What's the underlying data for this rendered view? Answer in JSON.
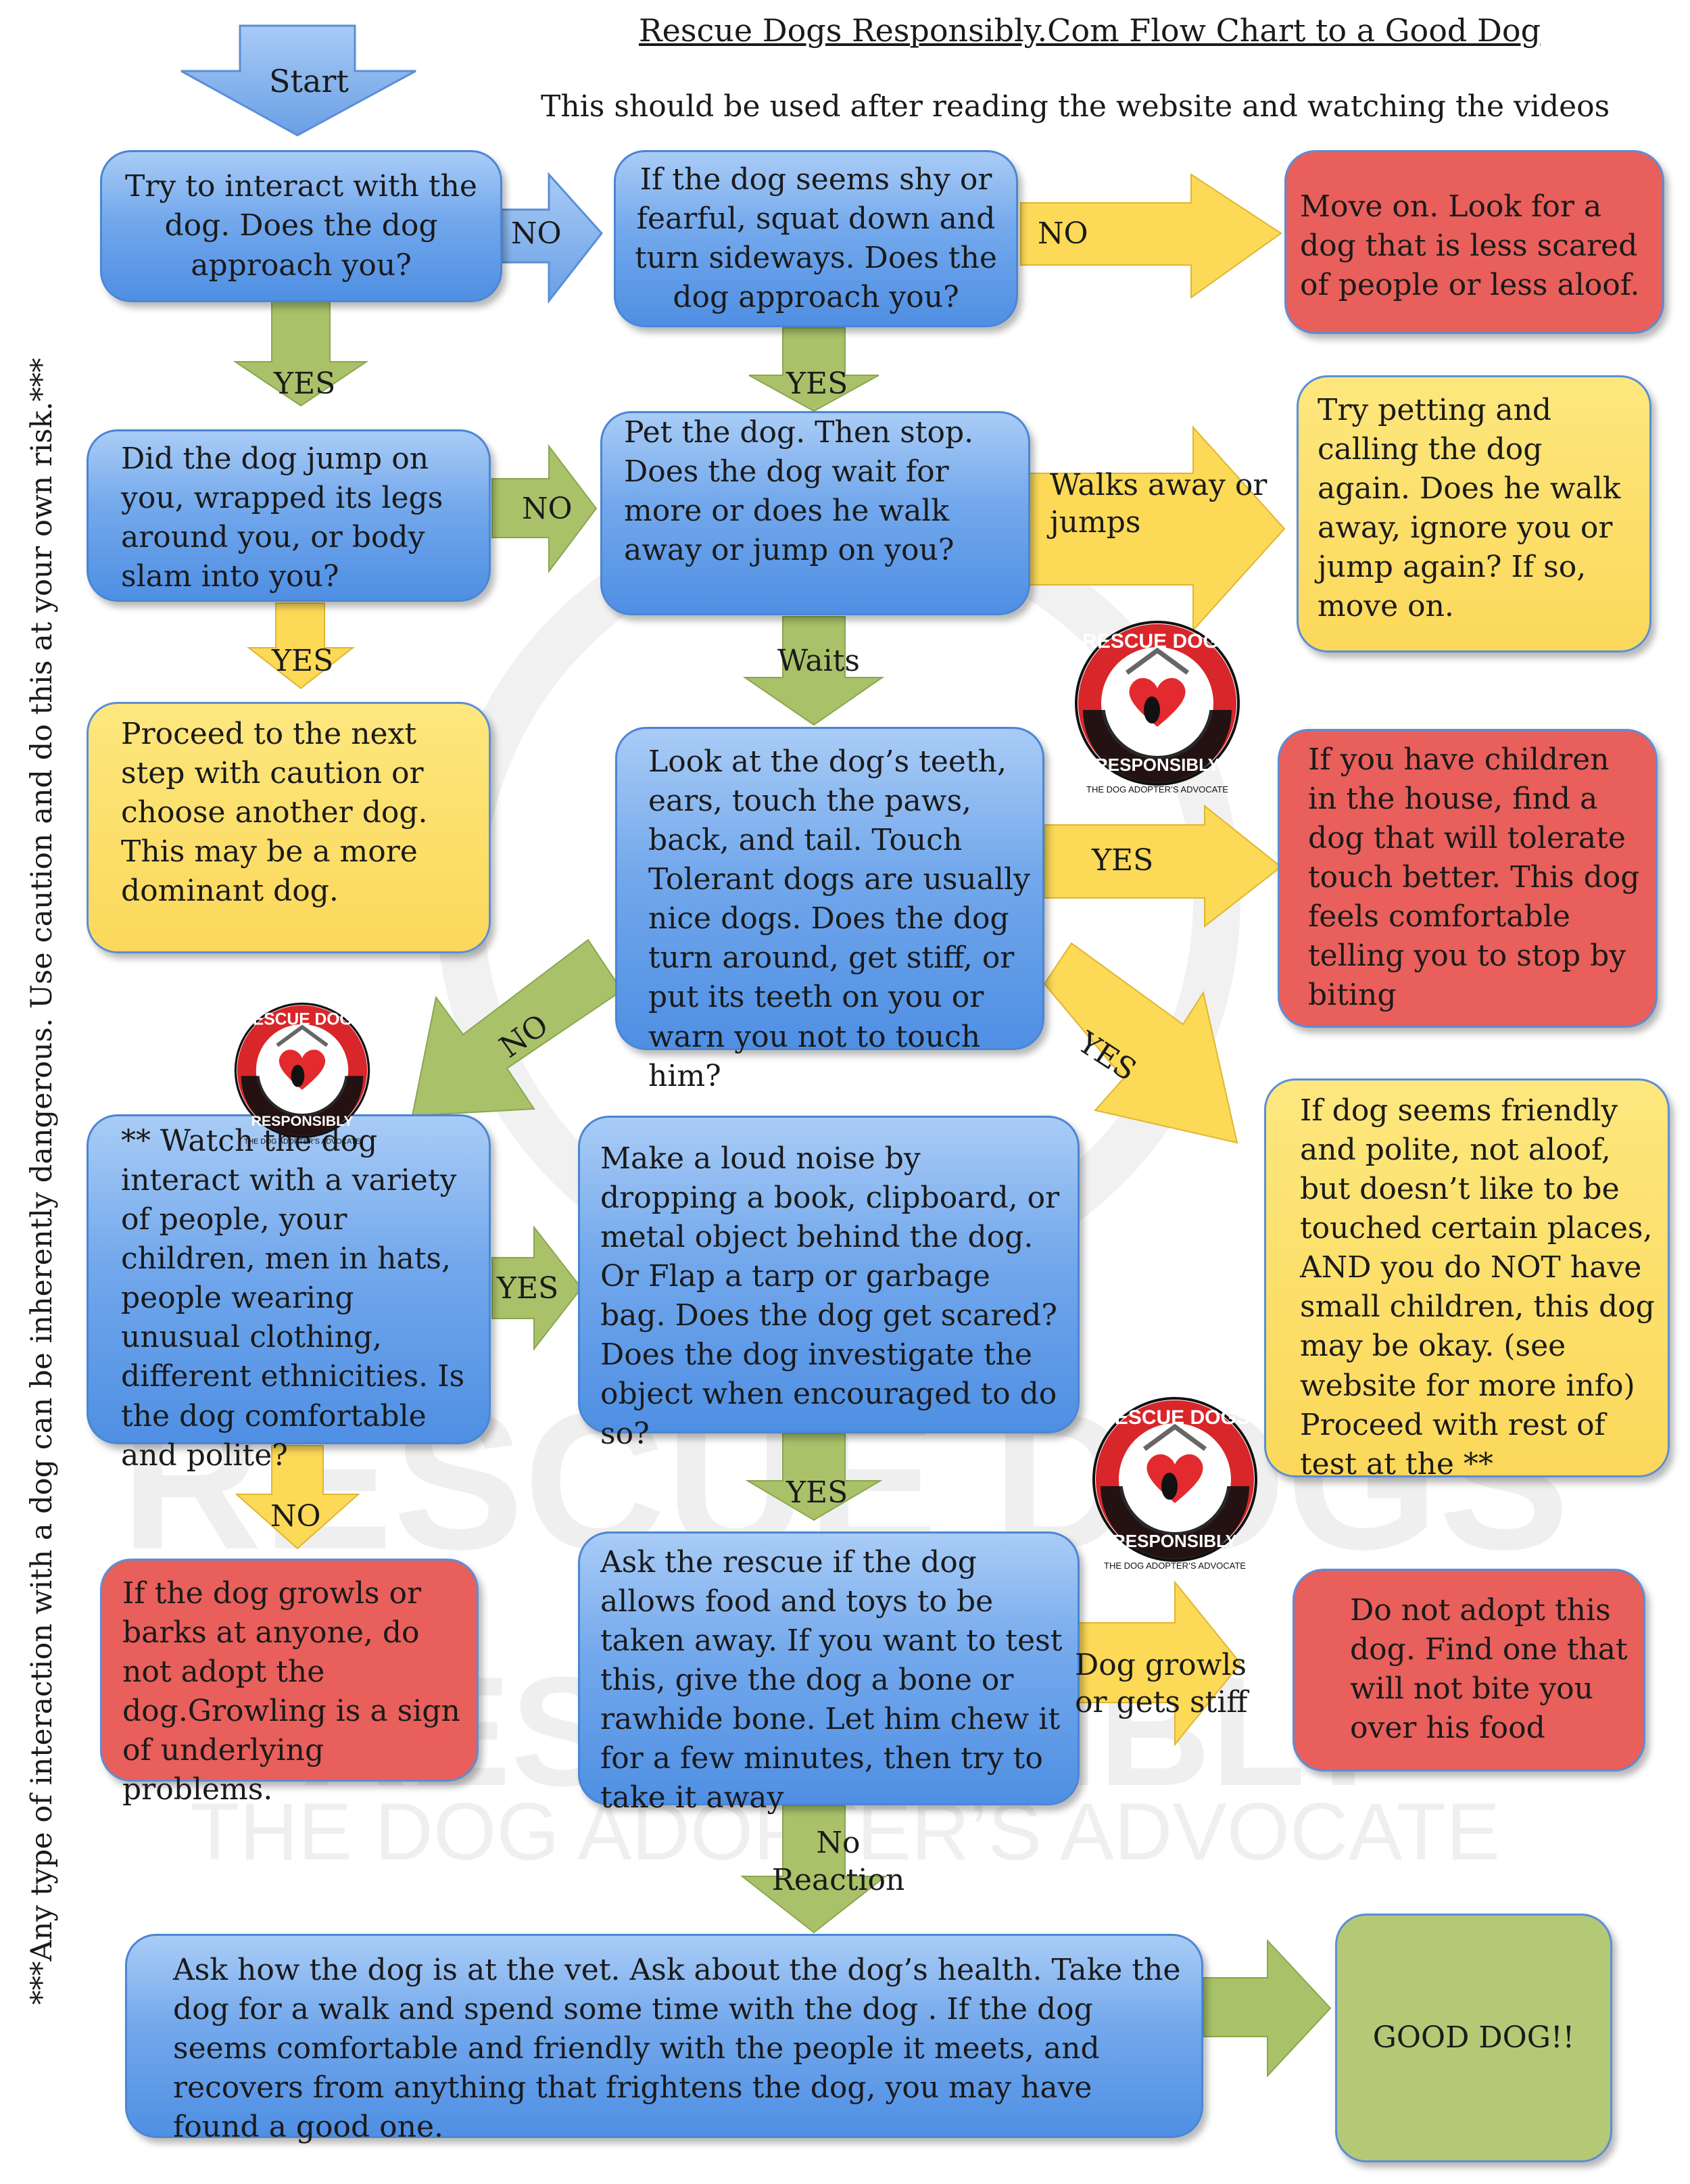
{
  "title": "Rescue Dogs Responsibly.Com Flow Chart to a Good Dog",
  "subtitle": "This should be used after reading the website and watching the videos",
  "side_note": "***Any type of interaction with a dog can be inherently dangerous.  Use caution and do this at your own risk.***",
  "start_label": "Start",
  "nodes": {
    "interact": "Try to interact with the dog.  Does the dog approach you?",
    "shy": "If the dog seems shy or fearful, squat down and turn sideways.  Does the dog approach you?",
    "move_on": "Move on. Look for a dog that is less scared of people or less aloof.",
    "jump": "Did the dog jump on you, wrapped its legs around you, or body slam into you?",
    "pet": "Pet the dog.  Then stop.  Does the dog wait for more or does he walk away or jump on you?",
    "try_again": "Try petting and calling the dog again.  Does he walk away, ignore you or jump again? If so, move on.",
    "caution": "Proceed to the next step with caution or choose another dog.  This may be a more dominant dog.",
    "teeth": "Look at the dog’s teeth, ears, touch the paws, back, and tail.  Touch Tolerant dogs are usually nice dogs.  Does the dog turn around, get stiff, or put its teeth on you or warn you not to touch him?",
    "children": "If you have children in the house, find a dog that will tolerate touch better.  This dog feels comfortable telling you to stop by biting",
    "friendly": "If dog seems friendly and polite, not aloof, but doesn’t like to be touched certain places, AND you do NOT have small children, this dog may be okay. (see website for more info)  Proceed with rest of test at the **",
    "watch": "** Watch the dog interact with a variety of people, your children, men in hats, people wearing unusual clothing, different ethnicities.  Is the dog comfortable and polite?",
    "noise": "Make a loud noise by dropping a book, clipboard, or metal object behind the dog.  Or Flap a tarp or garbage bag.  Does the dog get scared?  Does the dog investigate the object when encouraged to do so?",
    "growls": "If the dog growls or barks at anyone, do not adopt the dog.Growling is a sign of underlying problems.",
    "food": "Ask the rescue if the dog allows food and toys to be taken away.  If you want to test this, give the dog a bone or rawhide bone.  Let him chew it for a few minutes, then try to take it away",
    "do_not_adopt": "Do not adopt this dog.  Find one that will not bite you over his food",
    "vet": "Ask how the dog is at the vet.  Ask about the dog’s health.  Take the dog for a walk and spend some time with the dog .  If the dog seems comfortable and friendly with the people it meets, and recovers from anything that frightens the dog, you may have found a good one.",
    "good_dog": "GOOD DOG!!"
  },
  "edges": {
    "interact_no": "NO",
    "shy_no": "NO",
    "interact_yes": "YES",
    "shy_yes": "YES",
    "jump_no": "NO",
    "pet_walks": "Walks away or jumps",
    "jump_yes": "YES",
    "pet_waits": "Waits",
    "teeth_yes": "YES",
    "teeth_yes_diag": "YES",
    "teeth_no": "NO",
    "watch_yes": "YES",
    "watch_no": "NO",
    "noise_yes": "YES",
    "food_growls": "Dog growls or gets stiff",
    "food_no_reaction": "No Reaction"
  },
  "logo": {
    "top_text": "RESCUE DOGS",
    "bottom_text": "RESPONSIBLY",
    "tagline": "THE DOG ADOPTER’S ADVOCATE"
  },
  "watermark": {
    "line1": "RESCUE DOGS",
    "line2": "RESPONSIBLY",
    "line3": "THE DOG ADOPTER’S ADVOCATE"
  },
  "colors": {
    "blue": "#6aa3ea",
    "yellow": "#fcdc62",
    "red": "#e85f5b",
    "green": "#b3c975",
    "arrow_blue": "#7fb2ee",
    "arrow_green": "#a9c26a",
    "arrow_yellow": "#fcd957"
  }
}
